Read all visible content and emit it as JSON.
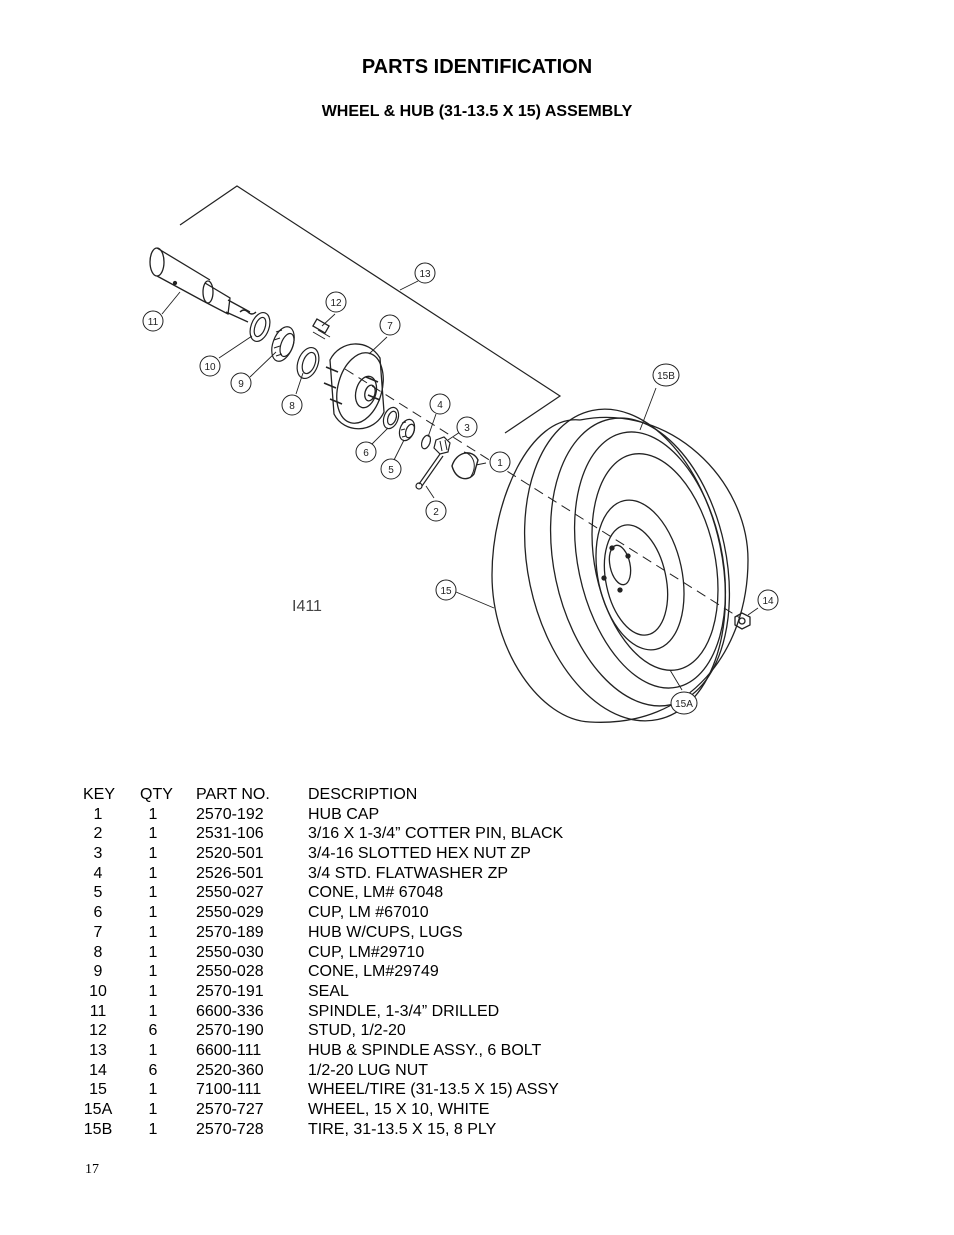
{
  "page": {
    "title": "PARTS IDENTIFICATION",
    "subtitle": "WHEEL & HUB (31-13.5 X 15) ASSEMBLY",
    "page_number": "17"
  },
  "diagram": {
    "drawing_number": "I411",
    "callouts": [
      "1",
      "2",
      "3",
      "4",
      "5",
      "6",
      "7",
      "8",
      "9",
      "10",
      "11",
      "12",
      "13",
      "14",
      "15",
      "15A",
      "15B"
    ]
  },
  "parts_table": {
    "headers": {
      "key": "KEY",
      "qty": "QTY",
      "part_no": "PART NO.",
      "description": "DESCRIPTION"
    },
    "rows": [
      {
        "key": "1",
        "qty": "1",
        "part_no": "2570-192",
        "description": "HUB CAP"
      },
      {
        "key": "2",
        "qty": "1",
        "part_no": "2531-106",
        "description": "3/16 X 1-3/4” COTTER PIN, BLACK"
      },
      {
        "key": "3",
        "qty": "1",
        "part_no": "2520-501",
        "description": "3/4-16 SLOTTED HEX NUT ZP"
      },
      {
        "key": "4",
        "qty": "1",
        "part_no": "2526-501",
        "description": "3/4 STD. FLATWASHER ZP"
      },
      {
        "key": "5",
        "qty": "1",
        "part_no": "2550-027",
        "description": "CONE, LM# 67048"
      },
      {
        "key": "6",
        "qty": "1",
        "part_no": "2550-029",
        "description": "CUP, LM #67010"
      },
      {
        "key": "7",
        "qty": "1",
        "part_no": "2570-189",
        "description": "HUB W/CUPS, LUGS"
      },
      {
        "key": "8",
        "qty": "1",
        "part_no": "2550-030",
        "description": "CUP, LM#29710"
      },
      {
        "key": "9",
        "qty": "1",
        "part_no": "2550-028",
        "description": "CONE, LM#29749"
      },
      {
        "key": "10",
        "qty": "1",
        "part_no": "2570-191",
        "description": "SEAL"
      },
      {
        "key": "11",
        "qty": "1",
        "part_no": "6600-336",
        "description": "SPINDLE, 1-3/4” DRILLED"
      },
      {
        "key": "12",
        "qty": "6",
        "part_no": "2570-190",
        "description": "STUD, 1/2-20"
      },
      {
        "key": "13",
        "qty": "1",
        "part_no": "6600-111",
        "description": "HUB & SPINDLE ASSY., 6 BOLT"
      },
      {
        "key": "14",
        "qty": "6",
        "part_no": "2520-360",
        "description": "1/2-20 LUG NUT"
      },
      {
        "key": "15",
        "qty": "1",
        "part_no": "7100-111",
        "description": "WHEEL/TIRE (31-13.5 X 15) ASSY"
      },
      {
        "key": "15A",
        "qty": "1",
        "part_no": "2570-727",
        "description": "WHEEL, 15 X 10, WHITE"
      },
      {
        "key": "15B",
        "qty": "1",
        "part_no": "2570-728",
        "description": "TIRE, 31-13.5 X 15, 8 PLY"
      }
    ]
  }
}
